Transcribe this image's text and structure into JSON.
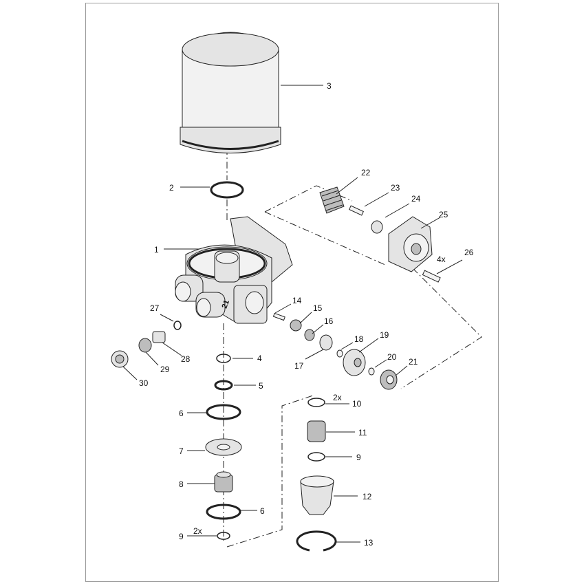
{
  "labels": {
    "p1": "1",
    "p2": "2",
    "p3": "3",
    "p4": "4",
    "p5": "5",
    "p6a": "6",
    "p6b": "6",
    "p7": "7",
    "p8": "8",
    "p9a": "9",
    "p9b": "9",
    "p10": "10",
    "p11": "11",
    "p12": "12",
    "p13": "13",
    "p14": "14",
    "p15": "15",
    "p16": "16",
    "p17": "17",
    "p18": "18",
    "p19": "19",
    "p20": "20",
    "p21": "21",
    "p22": "22",
    "p23": "23",
    "p24": "24",
    "p25": "25",
    "p26": "26",
    "p27": "27",
    "p28": "28",
    "p29": "29",
    "p30": "30"
  },
  "quantities": {
    "q4x": "4x",
    "q2x_top": "2x",
    "q2x_bottom": "2x"
  },
  "housing_port_marking": "21"
}
